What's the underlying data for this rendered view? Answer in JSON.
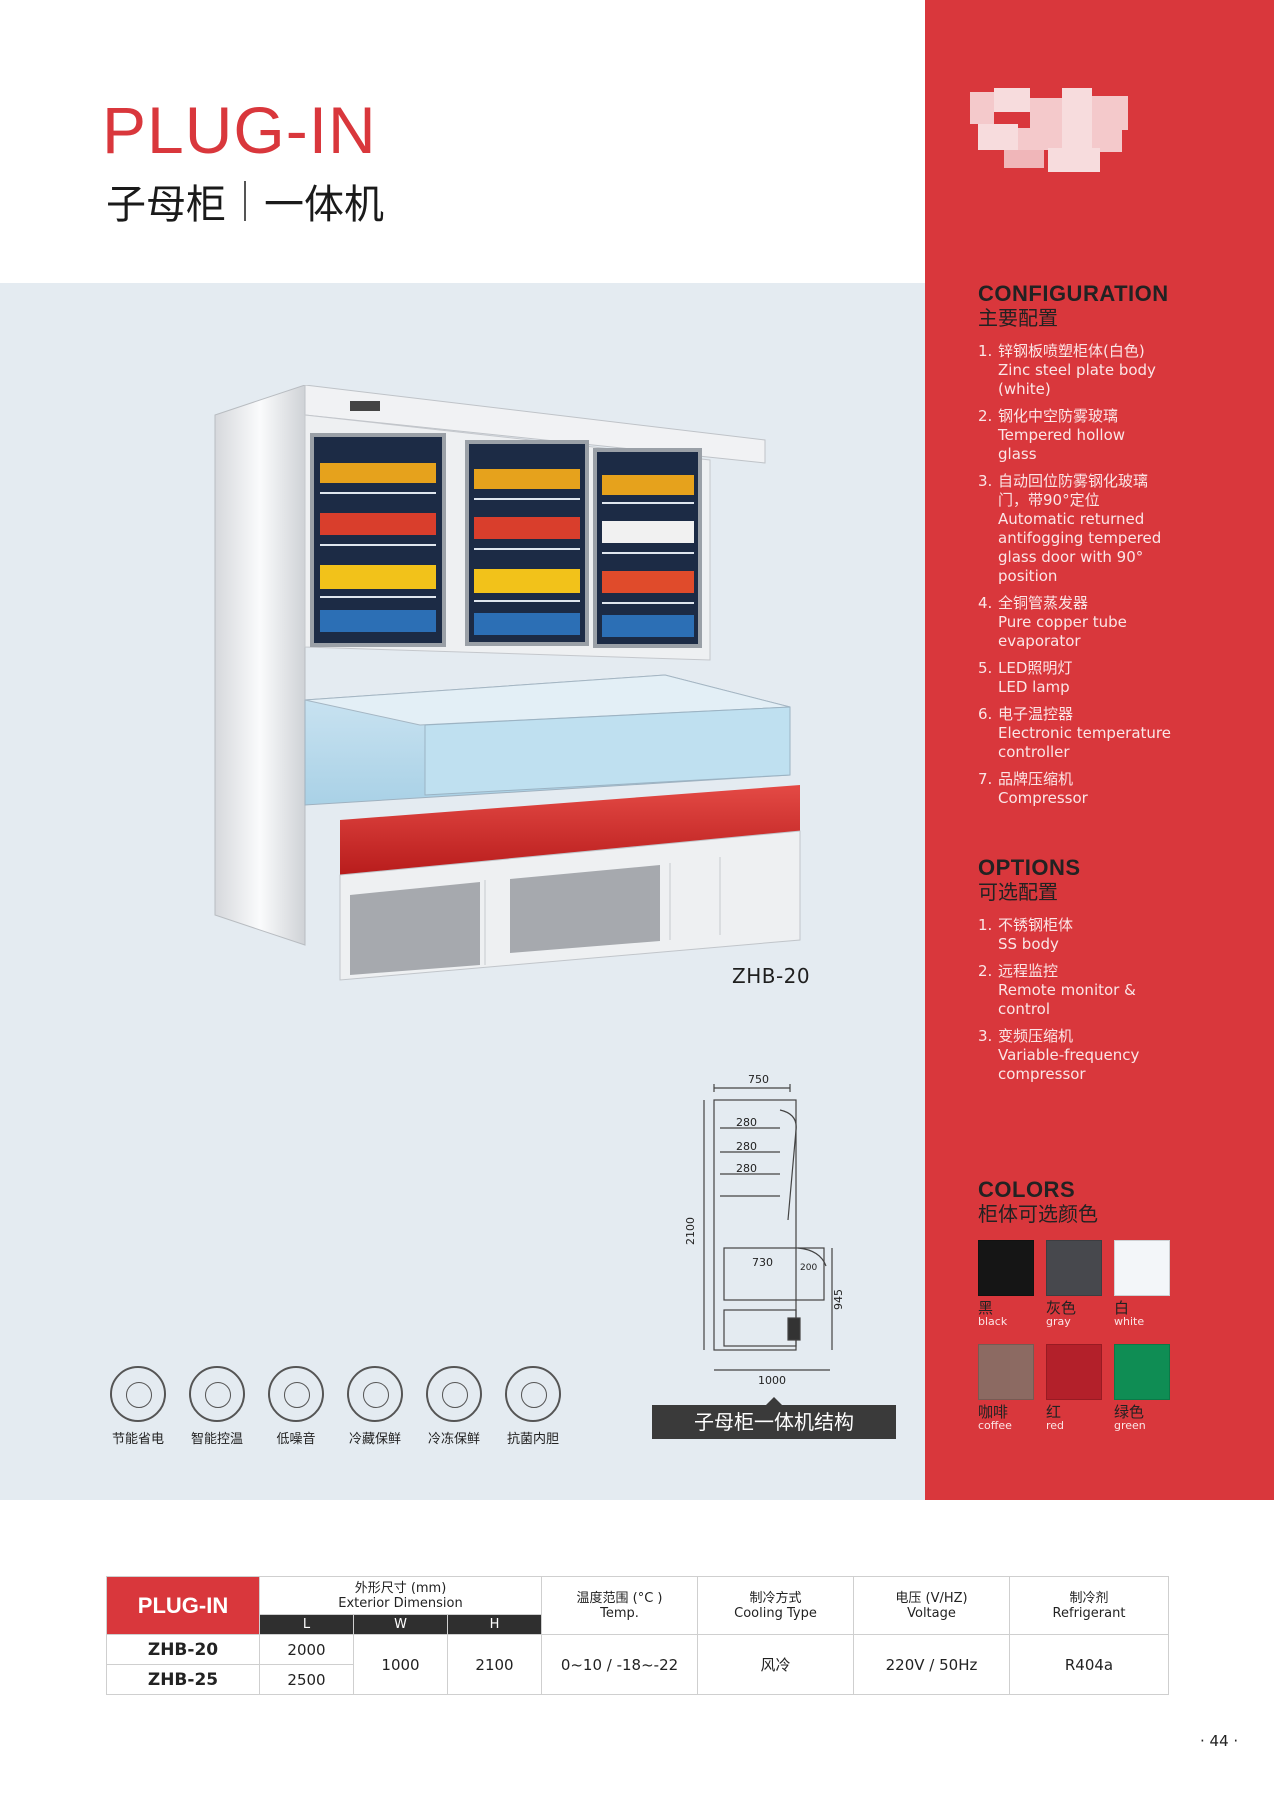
{
  "header": {
    "title_en": "PLUG-IN",
    "title_zh_left": "子母柜",
    "title_zh_right": "一体机"
  },
  "product": {
    "model_label": "ZHB-20",
    "structure_caption": "子母柜一体机结构"
  },
  "drawing": {
    "dim_top": "750",
    "dim_height": "2100",
    "dim_shelf_1": "280",
    "dim_shelf_2": "280",
    "dim_shelf_3": "280",
    "dim_lower_depth": "730",
    "dim_lower_gap": "200",
    "dim_lower_height": "945",
    "dim_bottom": "1000"
  },
  "features": [
    {
      "label": "节能省电",
      "icon": "energy-saving-icon"
    },
    {
      "label": "智能控温",
      "icon": "power-icon"
    },
    {
      "label": "低噪音",
      "icon": "speaker-icon"
    },
    {
      "label": "冷藏保鲜",
      "icon": "fan-icon"
    },
    {
      "label": "冷冻保鲜",
      "icon": "thermometer-icon"
    },
    {
      "label": "抗菌内胆",
      "icon": "antibacterial-icon"
    }
  ],
  "configuration": {
    "title": "CONFIGURATION",
    "subtitle": "主要配置",
    "items": [
      {
        "num": "1.",
        "lines": [
          "锌钢板喷塑柜体(白色)",
          "Zinc steel plate body",
          "(white)"
        ]
      },
      {
        "num": "2.",
        "lines": [
          "钢化中空防雾玻璃",
          "Tempered hollow",
          "glass"
        ]
      },
      {
        "num": "3.",
        "lines": [
          "自动回位防雾钢化玻璃",
          "门，带90°定位",
          "Automatic returned",
          "antifogging tempered",
          "glass door with 90°",
          "position"
        ]
      },
      {
        "num": "4.",
        "lines": [
          "全铜管蒸发器",
          "Pure copper tube",
          "evaporator"
        ]
      },
      {
        "num": "5.",
        "lines": [
          "LED照明灯",
          "LED lamp"
        ]
      },
      {
        "num": "6.",
        "lines": [
          "电子温控器",
          "Electronic temperature",
          "controller"
        ]
      },
      {
        "num": "7.",
        "lines": [
          "品牌压缩机",
          "Compressor"
        ]
      }
    ]
  },
  "options": {
    "title": "OPTIONS",
    "subtitle": "可选配置",
    "items": [
      {
        "num": "1.",
        "lines": [
          "不锈钢柜体",
          "SS body"
        ]
      },
      {
        "num": "2.",
        "lines": [
          "远程监控",
          "Remote monitor &",
          "control"
        ]
      },
      {
        "num": "3.",
        "lines": [
          "变频压缩机",
          "Variable-frequency",
          "compressor"
        ]
      }
    ]
  },
  "colors": {
    "title": "COLORS",
    "subtitle": "柜体可选颜色",
    "items": [
      {
        "zh": "黑",
        "en": "black",
        "hex": "#151515"
      },
      {
        "zh": "灰色",
        "en": "gray",
        "hex": "#47484d"
      },
      {
        "zh": "白",
        "en": "white",
        "hex": "#f3f6f9"
      },
      {
        "zh": "咖啡",
        "en": "coffee",
        "hex": "#8c6a62"
      },
      {
        "zh": "红",
        "en": "red",
        "hex": "#b3202a"
      },
      {
        "zh": "绿色",
        "en": "green",
        "hex": "#0f8d54"
      }
    ]
  },
  "spec_table": {
    "brand_label": "PLUG-IN",
    "dim_header_zh": "外形尺寸 (mm)",
    "dim_header_en": "Exterior Dimension",
    "dim_cols": [
      "L",
      "W",
      "H"
    ],
    "temp_header_zh": "温度范围 (°C )",
    "temp_header_en": "Temp.",
    "cooling_header_zh": "制冷方式",
    "cooling_header_en": "Cooling Type",
    "voltage_header_zh": "电压 (V/HZ)",
    "voltage_header_en": "Voltage",
    "refrigerant_header_zh": "制冷剂",
    "refrigerant_header_en": "Refrigerant",
    "rows": [
      {
        "model": "ZHB-20",
        "L": "2000"
      },
      {
        "model": "ZHB-25",
        "L": "2500"
      }
    ],
    "shared": {
      "W": "1000",
      "H": "2100",
      "temp": "0~10 / -18~-22",
      "cooling": "风冷",
      "voltage": "220V / 50Hz",
      "refrigerant": "R404a"
    }
  },
  "page_number": "· 44 ·"
}
